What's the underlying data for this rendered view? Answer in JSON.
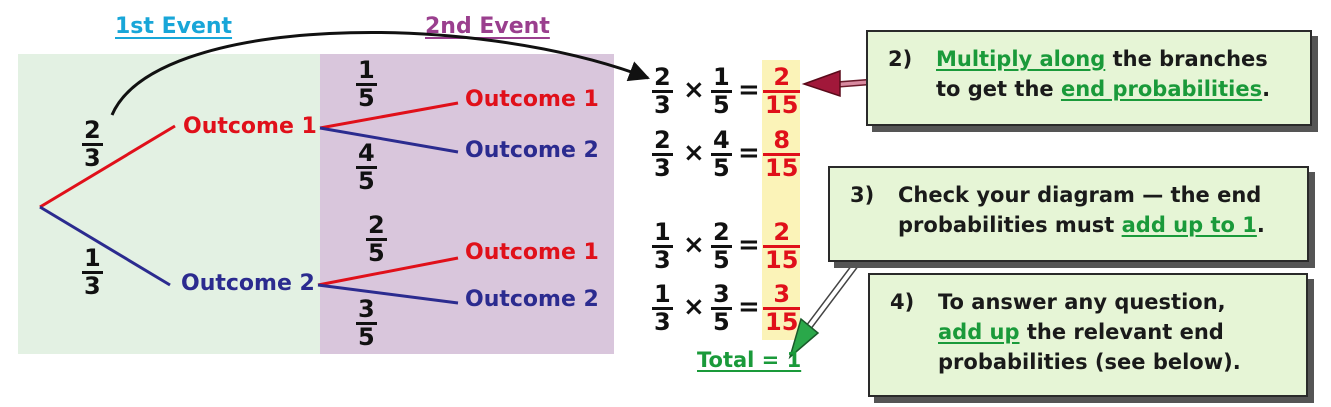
{
  "headings": {
    "first_event": "1st Event",
    "second_event": "2nd Event"
  },
  "colors": {
    "first_event_bg": "#e3f1e3",
    "second_event_bg": "#d9c6dc",
    "first_heading": "#18a6d8",
    "second_heading": "#9a3f8e",
    "red_branch": "#e0101a",
    "blue_branch": "#2b2b8f",
    "highlight": "#fbf3b8",
    "note_bg": "#e6f5d6",
    "green_text": "#1a9a3a"
  },
  "tree": {
    "first_branches": [
      {
        "outcome": "Outcome 1",
        "num": "2",
        "den": "3"
      },
      {
        "outcome": "Outcome 2",
        "num": "1",
        "den": "3"
      }
    ],
    "second_branches": [
      {
        "outcome": "Outcome 1",
        "num": "1",
        "den": "5"
      },
      {
        "outcome": "Outcome 2",
        "num": "4",
        "den": "5"
      },
      {
        "outcome": "Outcome 1",
        "num": "2",
        "den": "5"
      },
      {
        "outcome": "Outcome 2",
        "num": "3",
        "den": "5"
      }
    ]
  },
  "products": [
    {
      "a_num": "2",
      "a_den": "3",
      "b_num": "1",
      "b_den": "5",
      "r_num": "2",
      "r_den": "15"
    },
    {
      "a_num": "2",
      "a_den": "3",
      "b_num": "4",
      "b_den": "5",
      "r_num": "8",
      "r_den": "15"
    },
    {
      "a_num": "1",
      "a_den": "3",
      "b_num": "2",
      "b_den": "5",
      "r_num": "2",
      "r_den": "15"
    },
    {
      "a_num": "1",
      "a_den": "3",
      "b_num": "3",
      "b_den": "5",
      "r_num": "3",
      "r_den": "15"
    }
  ],
  "symbols": {
    "times": "×",
    "equals": "="
  },
  "total": "Total = 1",
  "notes": {
    "n2": {
      "step": "2)",
      "l1_link": "Multiply along",
      "l1_rest": " the branches",
      "l2_pre": "to get the ",
      "l2_link": "end probabilities",
      "l2_post": "."
    },
    "n3": {
      "step": "3)",
      "l1": "Check your diagram — the end",
      "l2_pre": "probabilities must ",
      "l2_link": "add up to 1",
      "l2_post": "."
    },
    "n4": {
      "step": "4)",
      "l1": "To answer any question,",
      "l2_link": "add up",
      "l2_rest": " the relevant end",
      "l3": "probabilities (see below)."
    }
  }
}
